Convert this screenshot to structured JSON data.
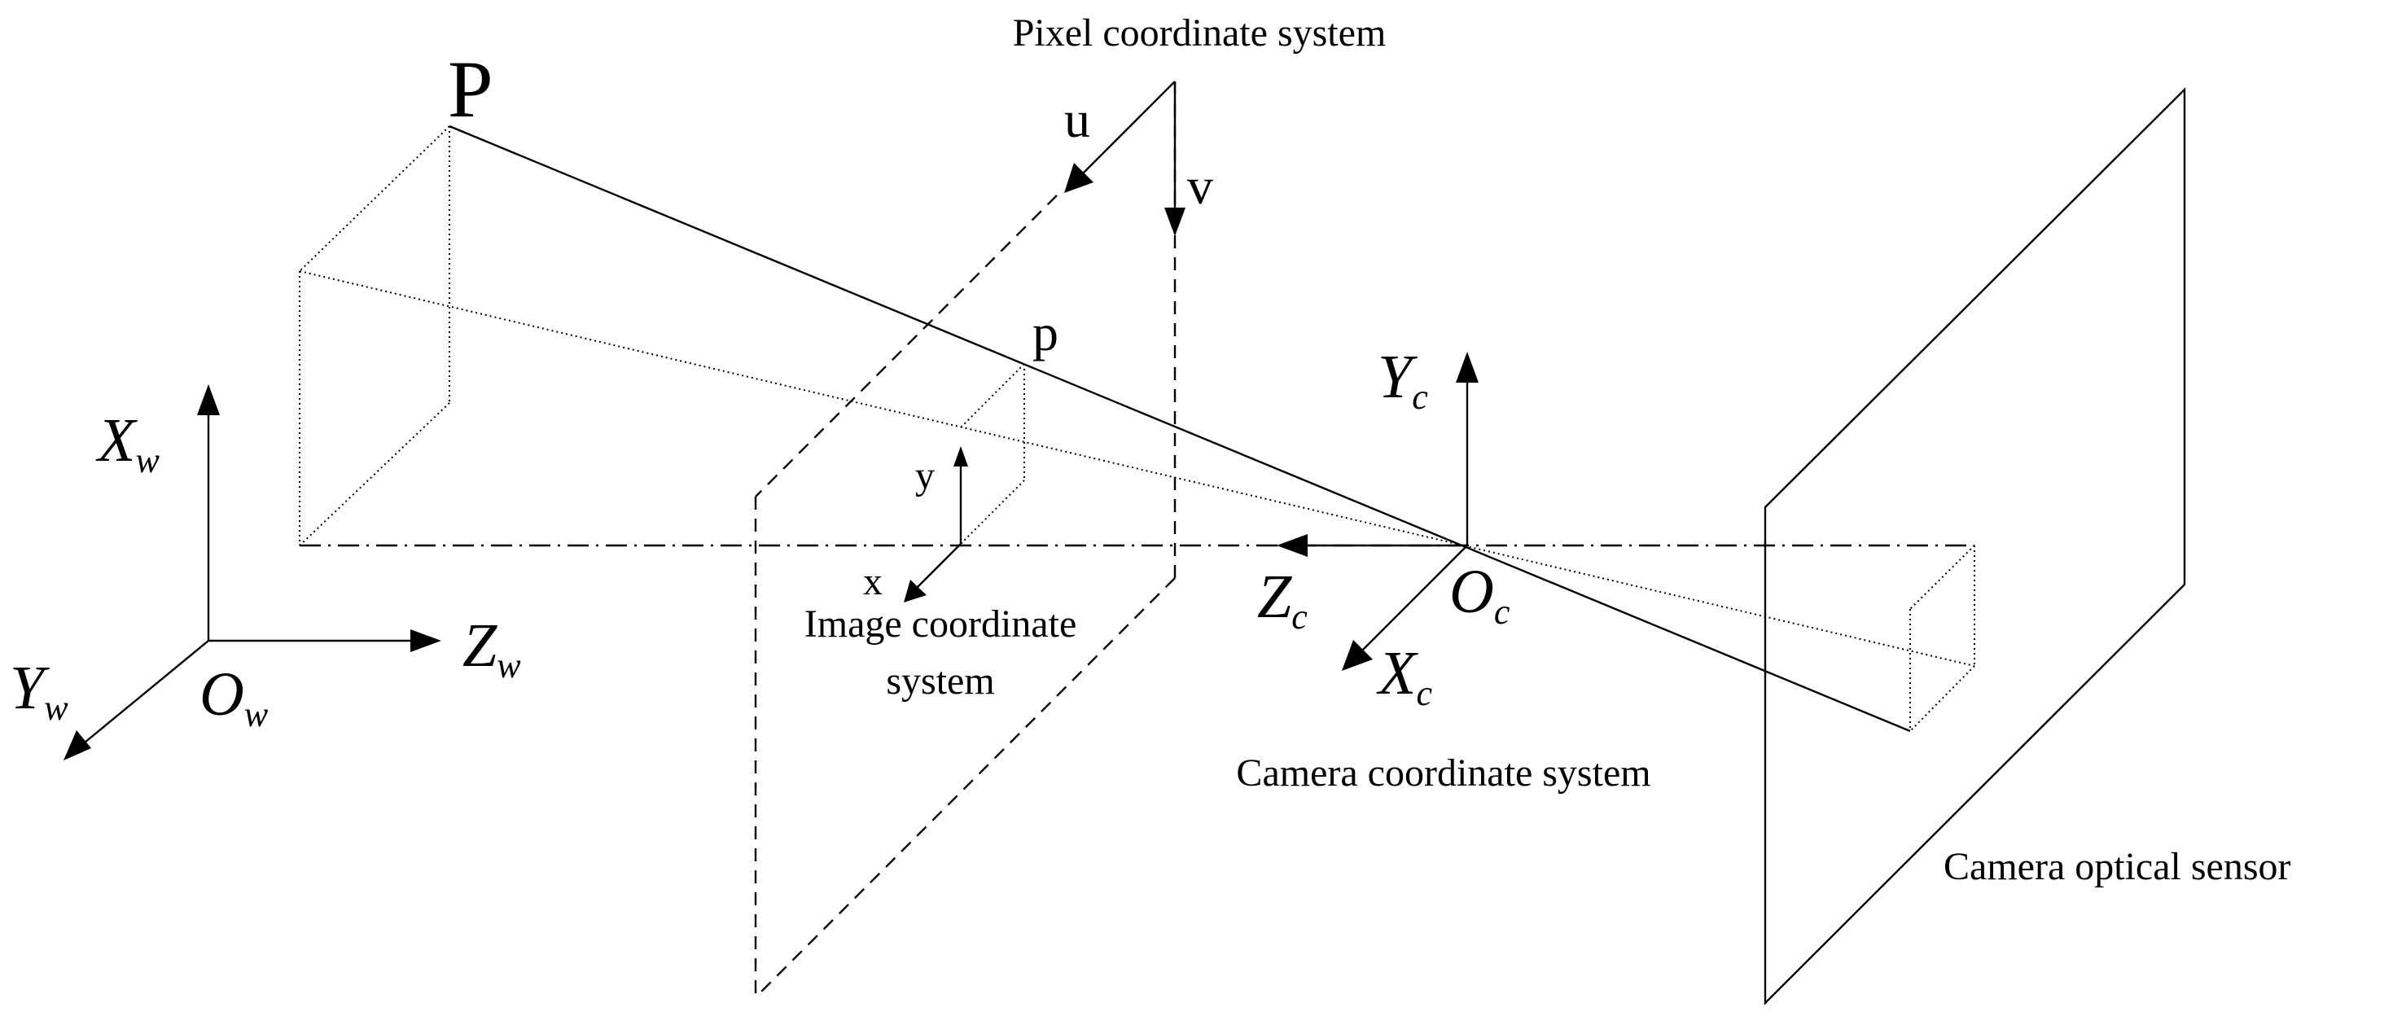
{
  "labels": {
    "pixel_system": "Pixel coordinate system",
    "image_system_line1": "Image coordinate",
    "image_system_line2": "system",
    "camera_system": "Camera coordinate system",
    "sensor": "Camera optical sensor",
    "point_world": "P",
    "point_image": "p",
    "u": "u",
    "v": "v",
    "x": "x",
    "y": "y"
  },
  "axes": {
    "world_x": {
      "base": "X",
      "sub": "w"
    },
    "world_y": {
      "base": "Y",
      "sub": "w"
    },
    "world_z": {
      "base": "Z",
      "sub": "w"
    },
    "world_origin": {
      "base": "O",
      "sub": "w"
    },
    "camera_x": {
      "base": "X",
      "sub": "c"
    },
    "camera_y": {
      "base": "Y",
      "sub": "c"
    },
    "camera_z": {
      "base": "Z",
      "sub": "c"
    },
    "camera_origin": {
      "base": "O",
      "sub": "c"
    }
  }
}
